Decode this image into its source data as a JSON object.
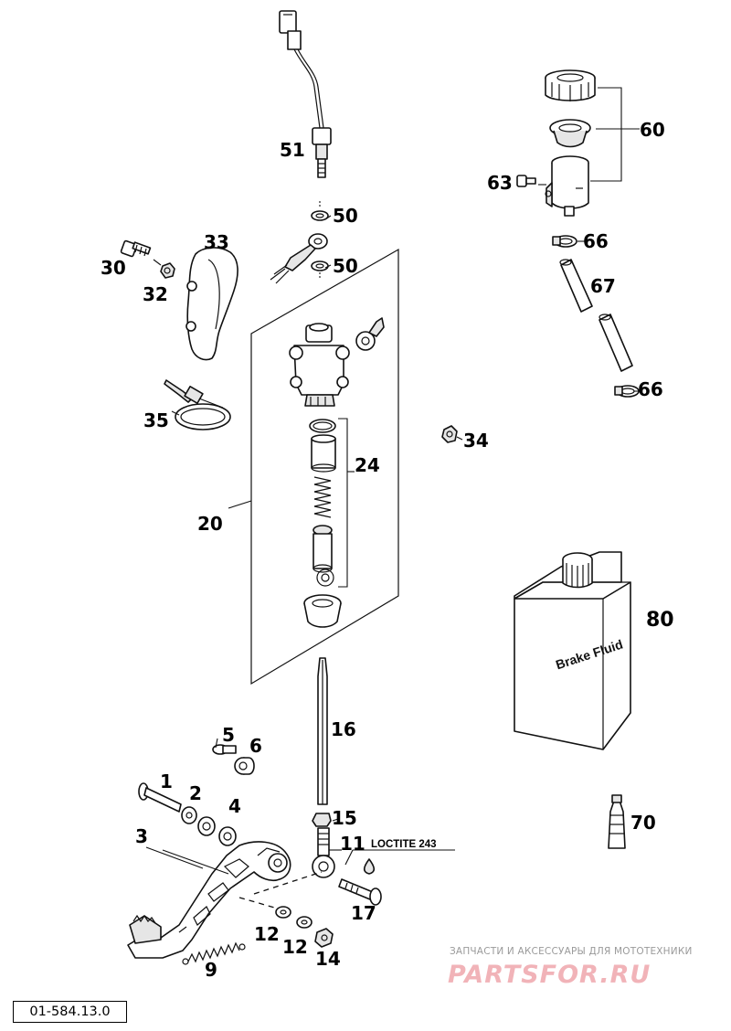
{
  "diagram_ref": "01-584.13.0",
  "labels": {
    "p1": "1",
    "p2": "2",
    "p3": "3",
    "p4": "4",
    "p5": "5",
    "p6": "6",
    "p9": "9",
    "p11": "11",
    "p12a": "12",
    "p12b": "12",
    "p14": "14",
    "p15": "15",
    "p16": "16",
    "p17": "17",
    "p20": "20",
    "p24": "24",
    "p30": "30",
    "p32": "32",
    "p33": "33",
    "p34": "34",
    "p35": "35",
    "p50a": "50",
    "p50b": "50",
    "p51": "51",
    "p60": "60",
    "p63": "63",
    "p66a": "66",
    "p66b": "66",
    "p67": "67",
    "p70": "70",
    "p80": "80"
  },
  "note_loctite": "LOCTITE 243",
  "brake_fluid_label": "Brake Fluid",
  "watermark": {
    "tagline": "ЗАПЧАСТИ И АКСЕССУАРЫ ДЛЯ МОТОТЕХНИКИ",
    "brand": "PARTSFOR.RU"
  }
}
